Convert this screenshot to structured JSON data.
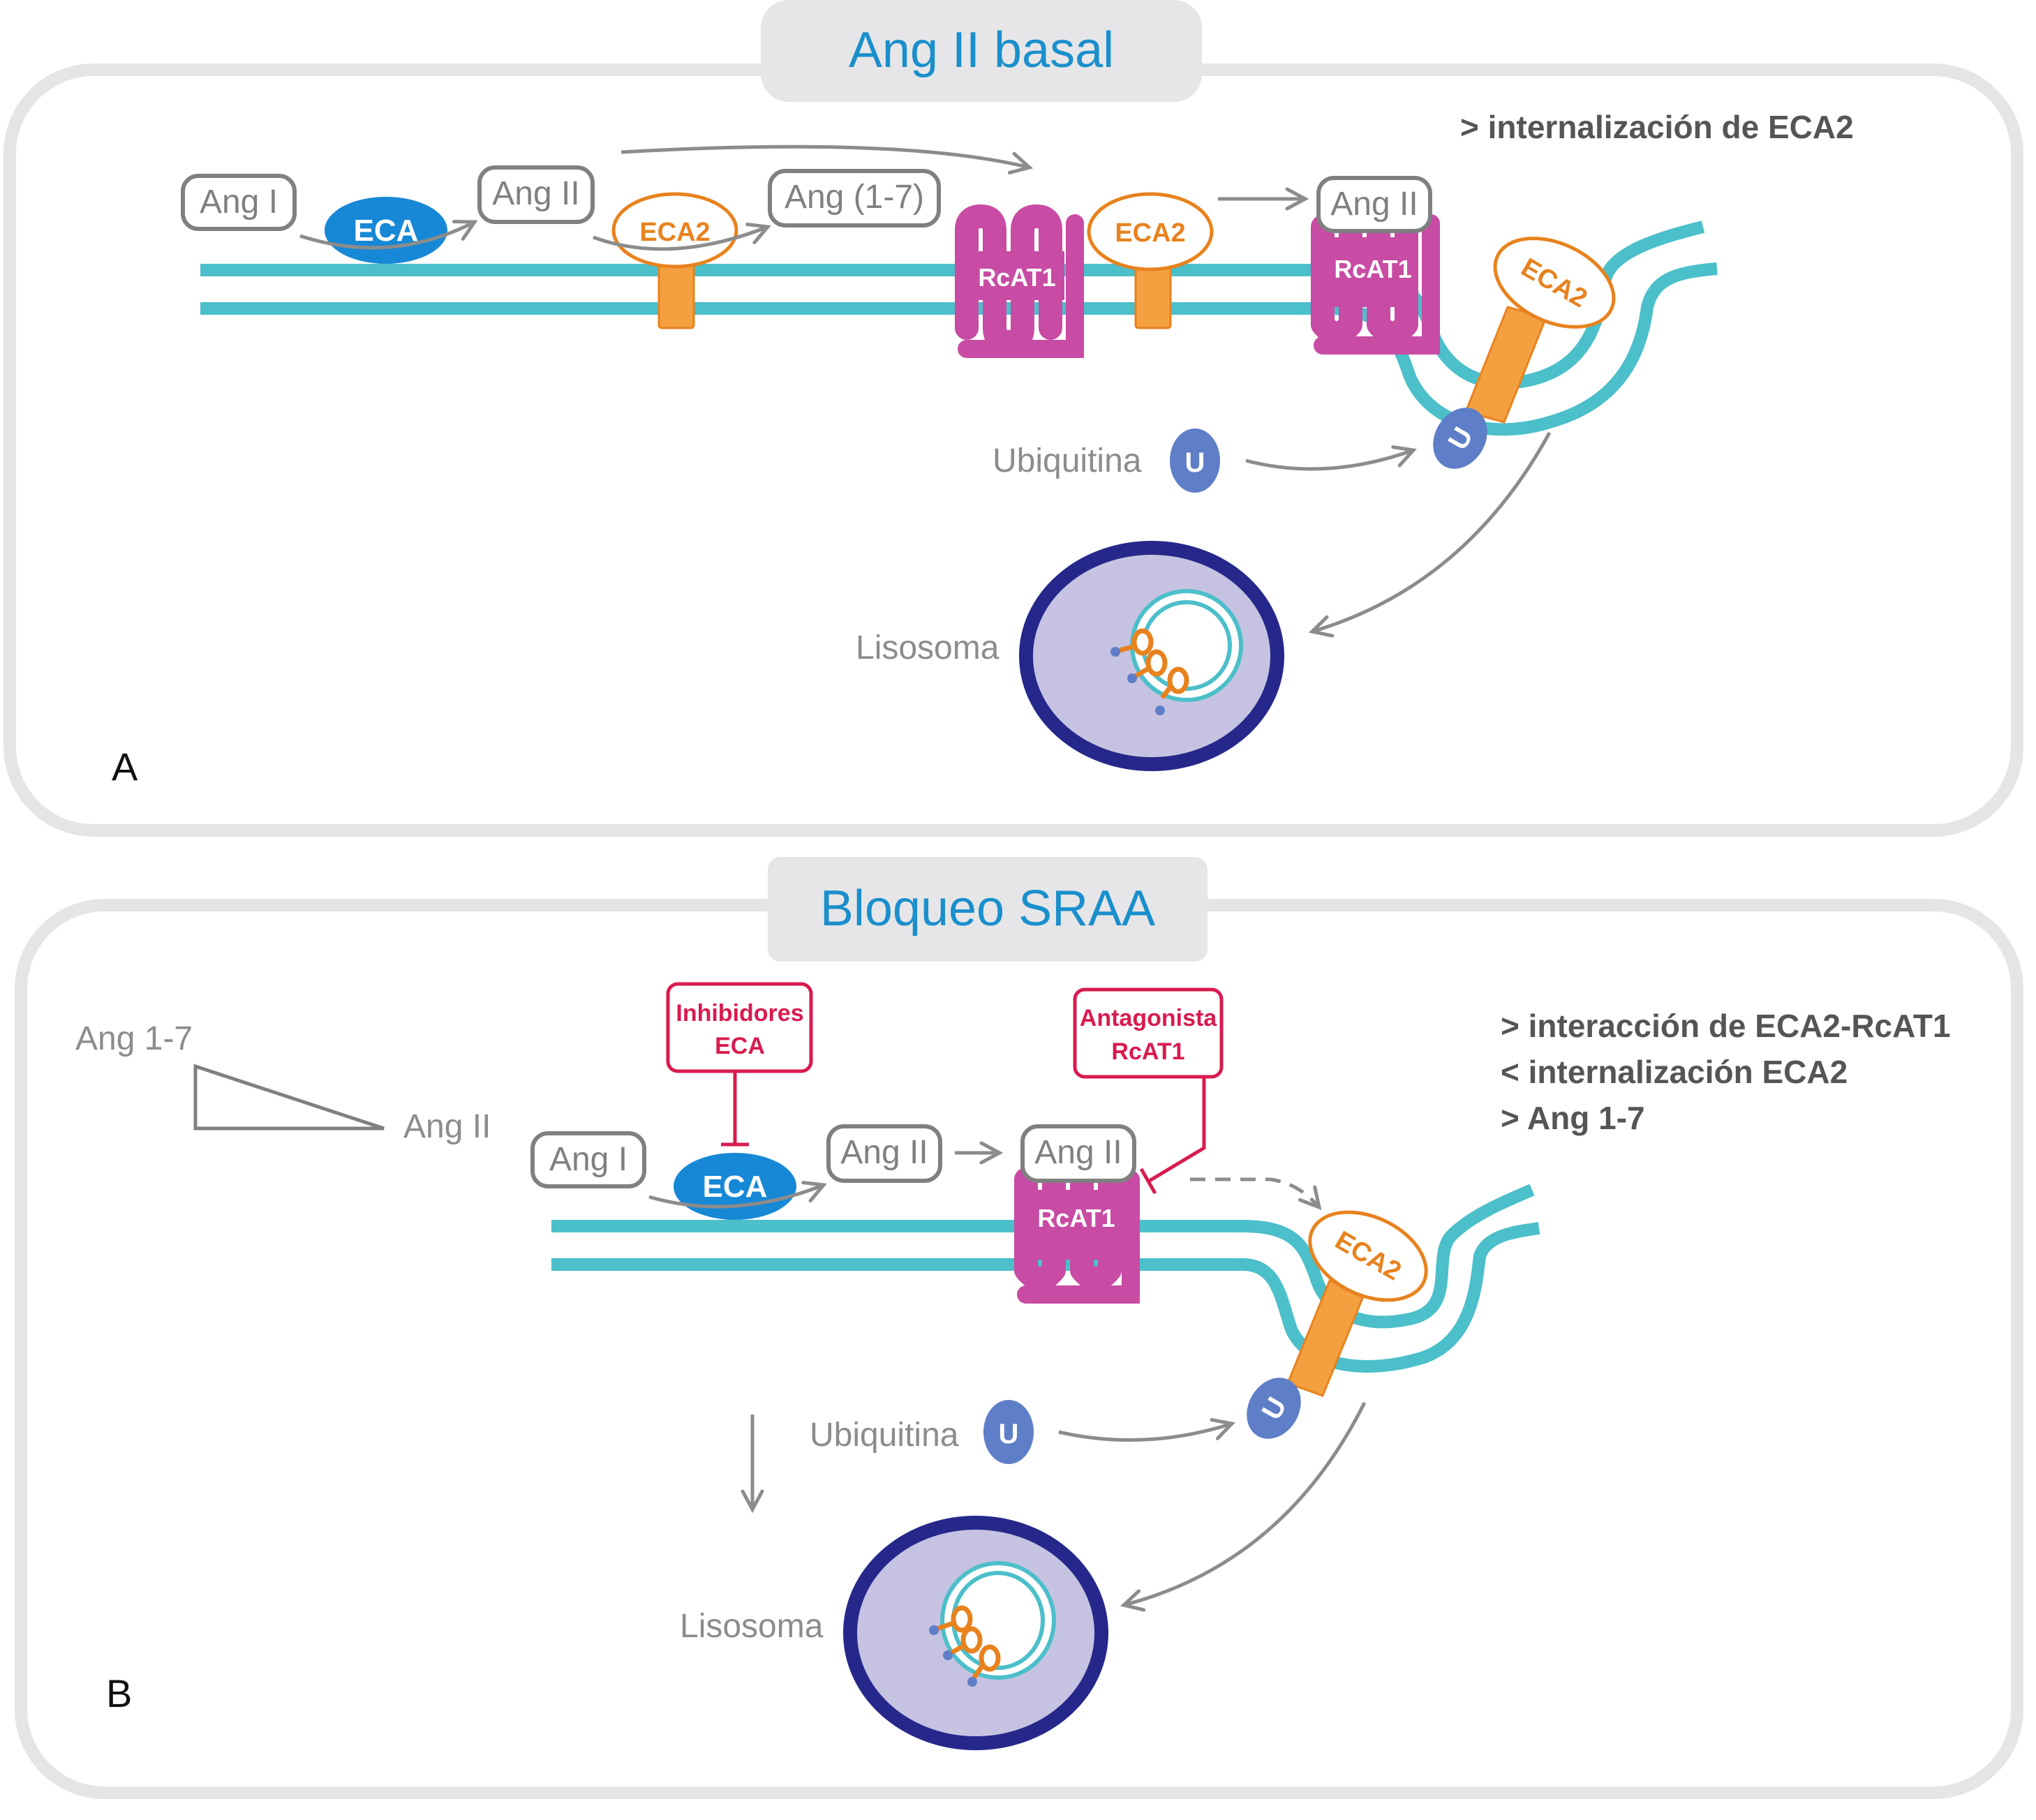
{
  "figure": {
    "colors": {
      "membrane": "#4bbfca",
      "receptor": "#c84ba4",
      "eca": "#1788d6",
      "eca2": "#e8821e",
      "eca2_stalk": "#f4a040",
      "ubiquitin": "#5f7ec8",
      "lysosome_fill": "#c6c3e2",
      "lysosome_border": "#25288a",
      "inhibitor": "#d81b4f",
      "title": "#1a8fcc",
      "panel_frame": "#e5e5e5"
    },
    "panel_a": {
      "title": "Ang II basal",
      "letter": "A",
      "effects": [
        "> internalización de ECA2"
      ],
      "molecules": {
        "ang1": "Ang I",
        "eca": "ECA",
        "ang2": "Ang II",
        "eca2": "ECA2",
        "ang17": "Ang (1-7)",
        "rcat1": "RcAT1",
        "eca2_second": "ECA2",
        "ang2_bound": "Ang II",
        "rcat1_bound": "RcAT1",
        "eca2_internalizing": "ECA2"
      },
      "ubiquitin_label": "Ubiquitina",
      "ubiquitin_symbol": "U",
      "lysosome_label": "Lisosoma"
    },
    "panel_b": {
      "title": "Bloqueo SRAA",
      "letter": "B",
      "effects": [
        "> interacción de ECA2-RcAT1",
        "< internalización ECA2",
        "> Ang 1-7"
      ],
      "ratio": {
        "top": "Ang 1-7",
        "bottom": "Ang II"
      },
      "inhibitors": {
        "eca_inhibitor": [
          "Inhibidores",
          "ECA"
        ],
        "at1_antagonist": [
          "Antagonista",
          "RcAT1"
        ]
      },
      "molecules": {
        "ang1": "Ang I",
        "eca": "ECA",
        "ang2": "Ang II",
        "ang2_bound": "Ang II",
        "rcat1_bound": "RcAT1",
        "eca2_internalizing": "ECA2"
      },
      "ubiquitin_label": "Ubiquitina",
      "ubiquitin_symbol": "U",
      "lysosome_label": "Lisosoma"
    }
  }
}
